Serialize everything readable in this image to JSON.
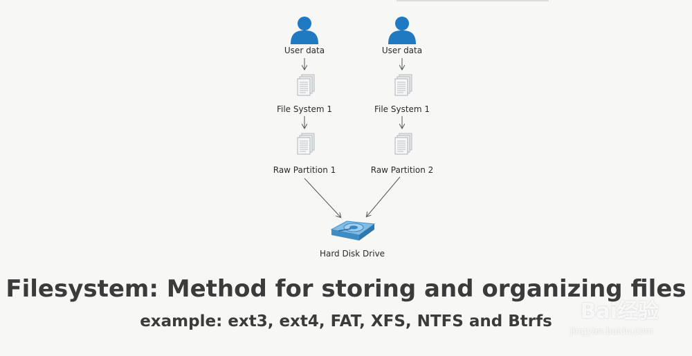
{
  "diagram": {
    "left_column": {
      "user": "User data",
      "fs": "File System 1",
      "partition": "Raw Partition 1"
    },
    "right_column": {
      "user": "User data",
      "fs": "File System 1",
      "partition": "Raw Partition 2"
    },
    "drive": "Hard Disk Drive"
  },
  "caption": {
    "title": "Filesystem: Method for storing and organizing files",
    "subtitle": "example: ext3, ext4, FAT, XFS, NTFS and Btrfs"
  },
  "watermark": {
    "brand": "Bai经验",
    "url": "jingyan.baidu.com"
  },
  "colors": {
    "user_icon": "#1f7ac2",
    "document_icon": "#bfc3c7",
    "drive_icon": "#5aa7d8",
    "connector": "#555555",
    "text": "#2f2f2f"
  },
  "icons": {
    "user": "user-icon",
    "file_system": "document-stack-icon",
    "partition": "document-stack-icon",
    "drive": "hard-disk-icon"
  }
}
